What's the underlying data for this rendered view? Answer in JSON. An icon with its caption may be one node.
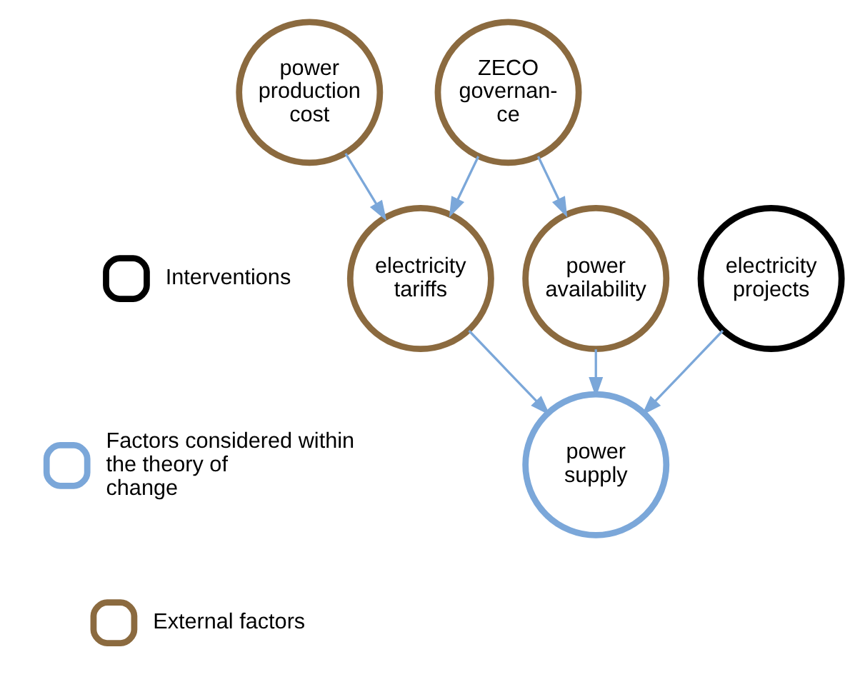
{
  "diagram": {
    "nodes": [
      {
        "text": [
          "power production cost"
        ]
      },
      {
        "text": [
          "ZECO governan- ce"
        ]
      },
      {
        "text": [
          "electricity tariffs"
        ]
      },
      {
        "text": [
          "power availability"
        ]
      },
      {
        "text": [
          "electricity projects"
        ]
      },
      {
        "text": [
          "power supply"
        ]
      }
    ],
    "edges": [
      {
        "from": 0,
        "to": 2,
        "arrow": "to"
      },
      {
        "from": 1,
        "to": 2,
        "arrow": "to"
      },
      {
        "from": 1,
        "to": 3,
        "arrow": "to"
      },
      {
        "from": 2,
        "to": 5,
        "arrow": "to"
      },
      {
        "from": 3,
        "to": 5,
        "arrow": "to"
      },
      {
        "from": 4,
        "to": 5,
        "arrow": "to"
      }
    ],
    "legend": [
      {
        "text": "Interventions",
        "color": "#000000"
      },
      {
        "text": "Factors considered within the theory of change",
        "color": "#7ba7d9"
      },
      {
        "text": "External factors",
        "color": "#8b6a3f"
      }
    ]
  }
}
